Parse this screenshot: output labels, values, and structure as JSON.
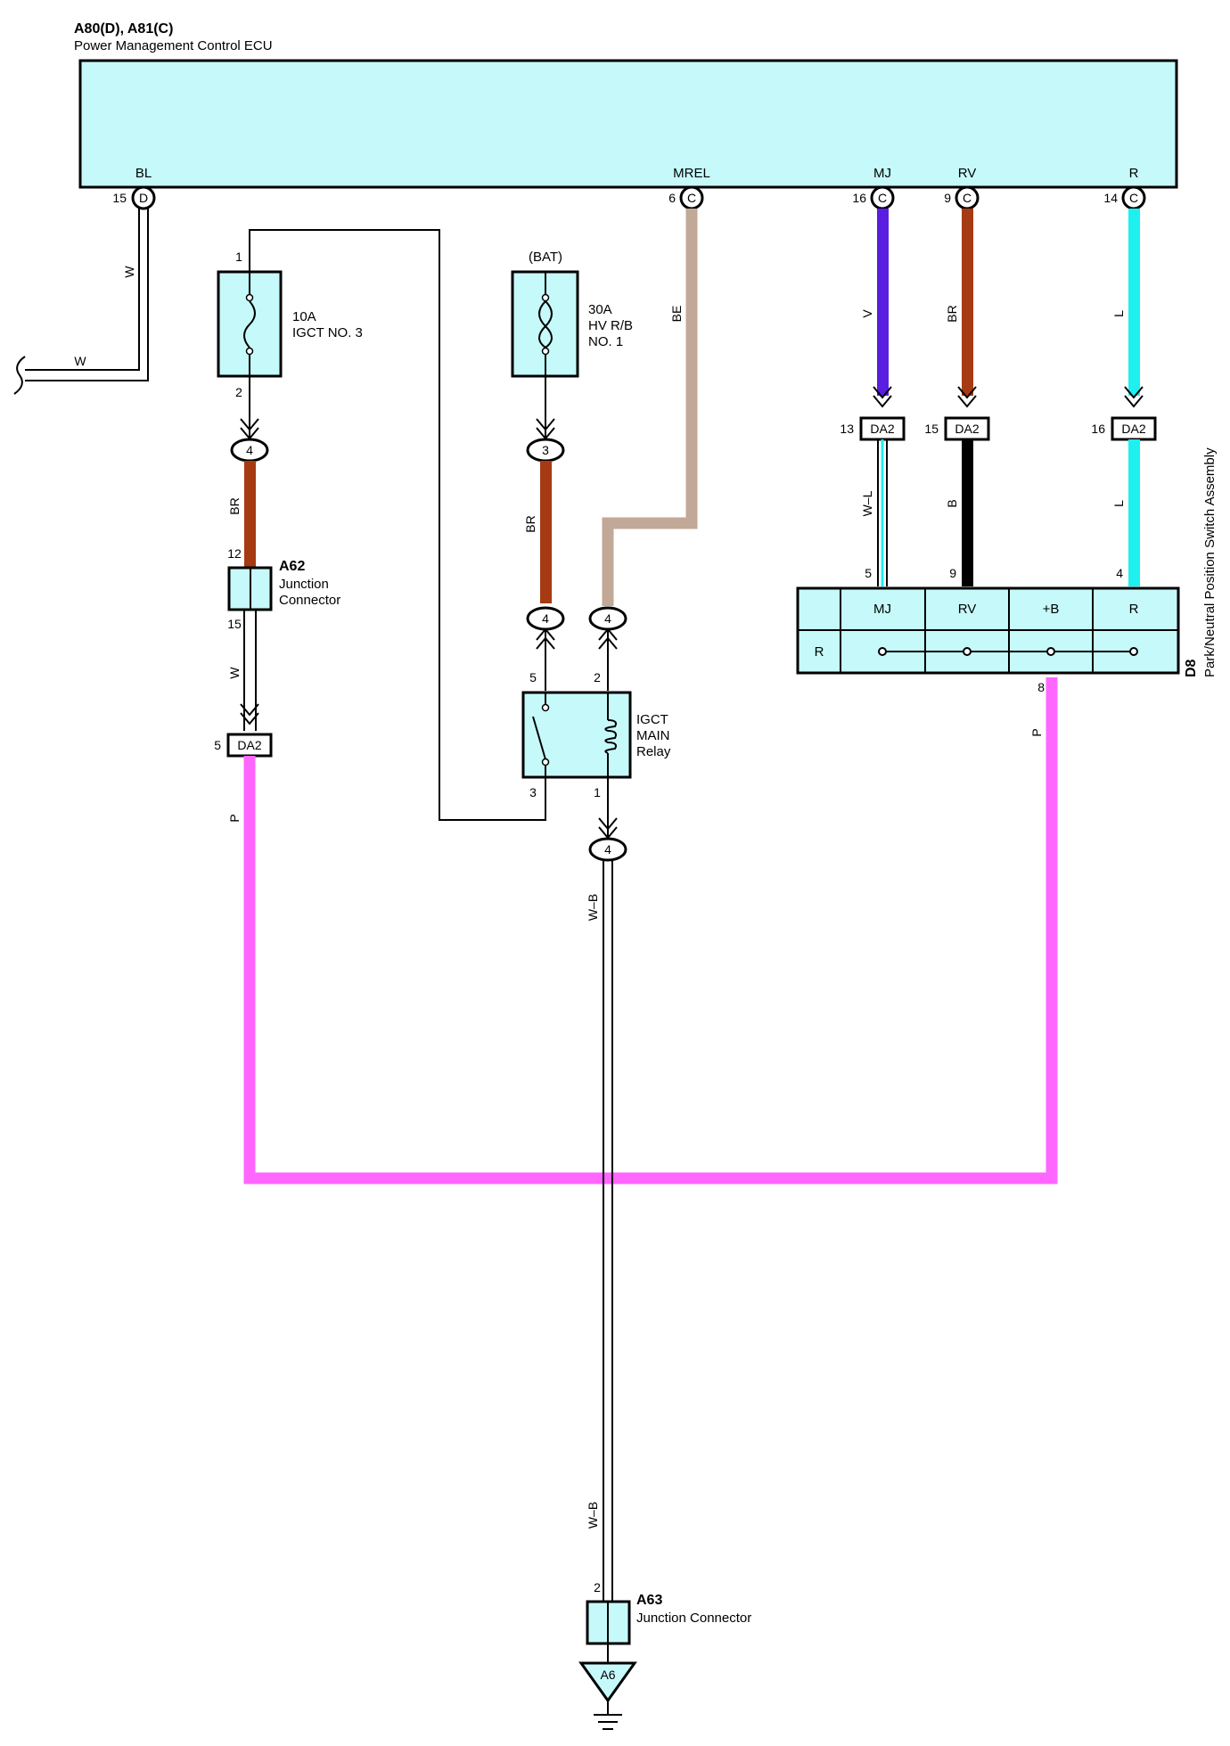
{
  "ecu": {
    "title": "A80(D), A81(C)",
    "name": "Power Management Control ECU",
    "pins": {
      "bl": {
        "label": "BL",
        "num": "15",
        "conn": "D"
      },
      "mrel": {
        "label": "MREL",
        "num": "6",
        "conn": "C"
      },
      "mj": {
        "label": "MJ",
        "num": "16",
        "conn": "C"
      },
      "rv": {
        "label": "RV",
        "num": "9",
        "conn": "C"
      },
      "r": {
        "label": "R",
        "num": "14",
        "conn": "C"
      }
    }
  },
  "fuse_igct": {
    "rating": "10A",
    "name": "IGCT NO. 3",
    "pin_top": "1",
    "pin_bottom": "2"
  },
  "fuse_hv": {
    "source": "(BAT)",
    "rating": "30A",
    "name1": "HV R/B",
    "name2": "NO. 1"
  },
  "a62": {
    "code": "A62",
    "line1": "Junction",
    "line2": "Connector",
    "pin_in": "12",
    "pin_out": "15"
  },
  "relay": {
    "line1": "IGCT",
    "line2": "MAIN",
    "line3": "Relay",
    "pin5": "5",
    "pin2": "2",
    "pin3": "3",
    "pin1": "1"
  },
  "a63": {
    "code": "A63",
    "name": "Junction Connector",
    "pin": "2"
  },
  "ground": {
    "label": "A6"
  },
  "d8": {
    "code": "D8",
    "name": "Park/Neutral Position Switch Assembly",
    "headers": [
      "MJ",
      "RV",
      "+B",
      "R"
    ],
    "row_label": "R",
    "pin_mj": "5",
    "pin_rv": "9",
    "pin_r": "4",
    "pin_out": "8"
  },
  "connectors": {
    "c4a": "4",
    "c3": "3",
    "c4b": "4",
    "c4c": "4",
    "c4d": "4",
    "da2": "DA2",
    "da2_mj_pin": "13",
    "da2_rv_pin": "15",
    "da2_r_pin": "16",
    "da2_left_pin": "5"
  },
  "wires": {
    "w": "W",
    "w2": "W",
    "w3": "W",
    "br1": "BR",
    "br2": "BR",
    "br3": "BR",
    "be": "BE",
    "v": "V",
    "wl": "W–L",
    "b": "B",
    "l1": "L",
    "l2": "L",
    "p1": "P",
    "p2": "P",
    "wb1": "W–B",
    "wb2": "W–B"
  },
  "colors": {
    "brown": "#a63a12",
    "tan": "#c2a897",
    "violet": "#5a1ee0",
    "cyan": "#1ef0f0",
    "pink": "#ff66ff",
    "fill": "#c6fafa"
  }
}
